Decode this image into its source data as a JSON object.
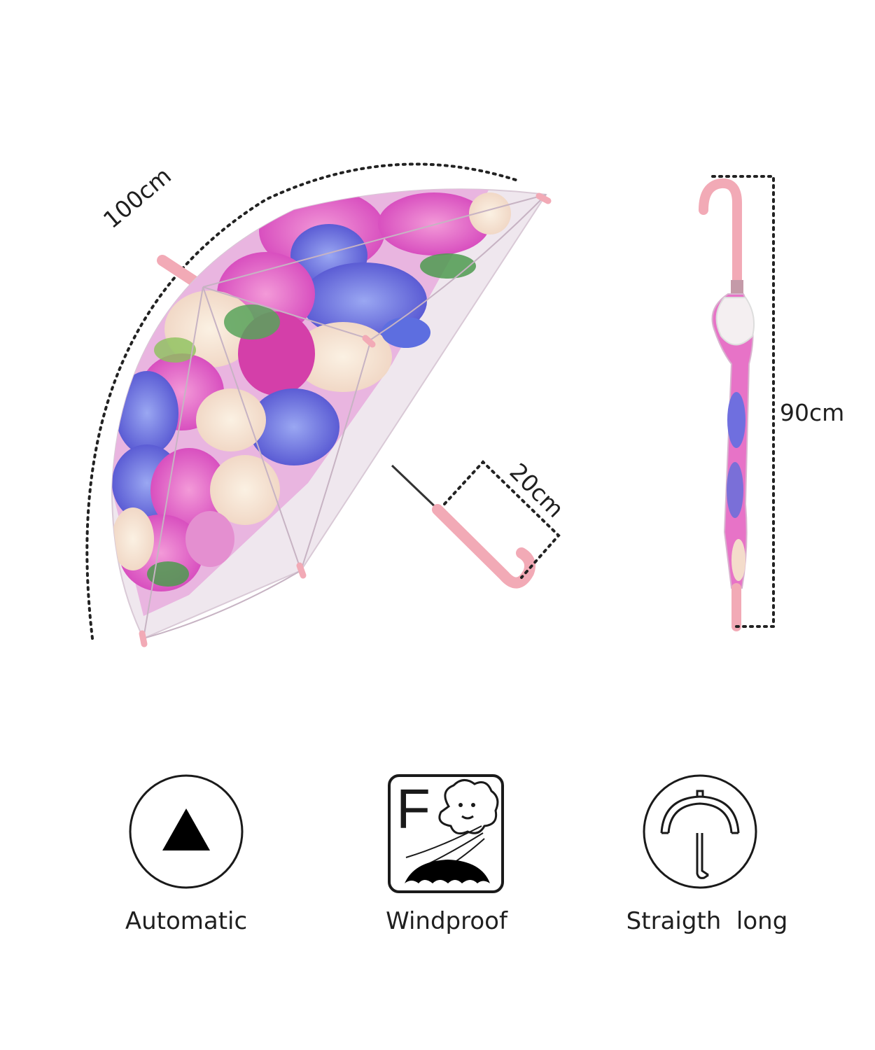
{
  "dimensions": {
    "canopy_arc": "100cm",
    "handle_length": "20cm",
    "total_length": "90cm"
  },
  "features": [
    {
      "icon": "automatic-triangle-icon",
      "label": "Automatic"
    },
    {
      "icon": "windproof-icon",
      "label": "Windproof",
      "icon_letter": "F"
    },
    {
      "icon": "straight-umbrella-icon",
      "label": "Straigth  long"
    }
  ],
  "colors": {
    "handle_pink": "#f2aab6",
    "canopy_pink": "#e563c4",
    "canopy_blue": "#6f6fdf",
    "canopy_cream": "#f6e6d6",
    "canopy_clear": "#efe7ee"
  }
}
